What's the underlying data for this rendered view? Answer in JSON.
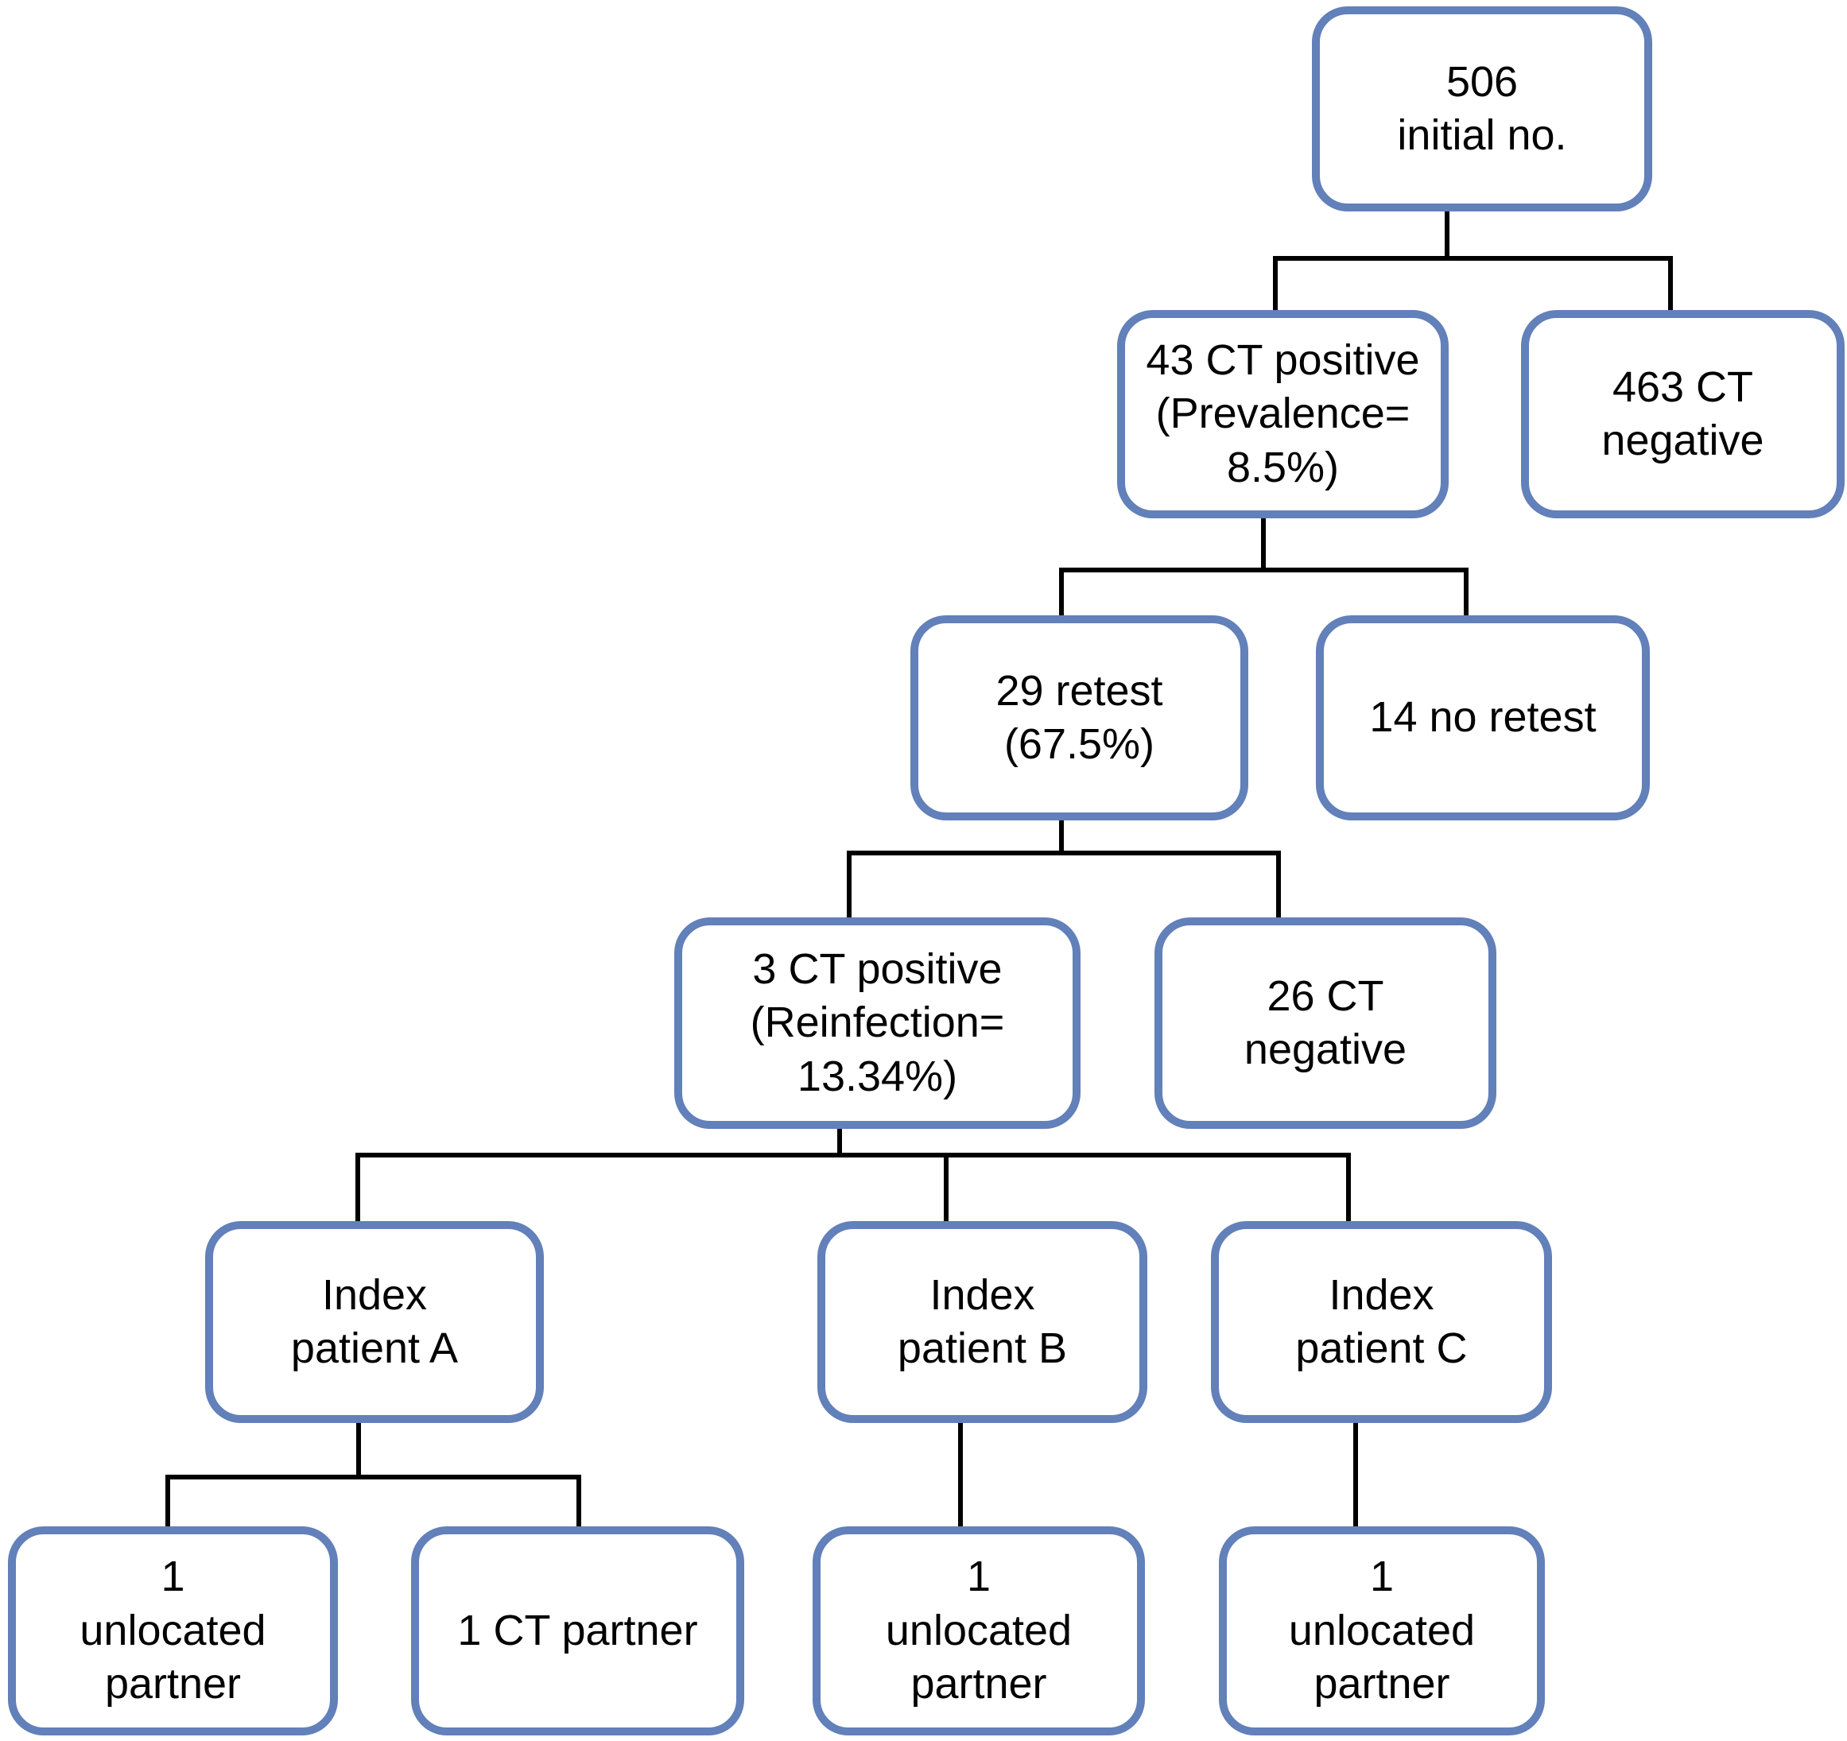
{
  "diagram": {
    "type": "flowchart",
    "description": "Chlamydia trachomatis (CT) screening, retest and partner tracing flow",
    "colors": {
      "background": "#ffffff",
      "node_border": "#6280b9",
      "connector": "#000000",
      "text": "#000000"
    },
    "nodes": [
      {
        "id": "initial",
        "label": "506\ninitial no."
      },
      {
        "id": "ct-positive",
        "label": "43 CT positive\n(Prevalence=\n8.5%)"
      },
      {
        "id": "ct-negative",
        "label": "463 CT\nnegative"
      },
      {
        "id": "retest",
        "label": "29 retest\n(67.5%)"
      },
      {
        "id": "no-retest",
        "label": "14 no retest"
      },
      {
        "id": "reinfection",
        "label": "3 CT positive\n(Reinfection=\n13.34%)"
      },
      {
        "id": "retest-negative",
        "label": "26 CT\nnegative"
      },
      {
        "id": "index-a",
        "label": "Index\npatient A"
      },
      {
        "id": "index-b",
        "label": "Index\npatient B"
      },
      {
        "id": "index-c",
        "label": "Index\npatient C"
      },
      {
        "id": "a-unlocated",
        "label": "1\nunlocated\npartner"
      },
      {
        "id": "a-ct-partner",
        "label": "1 CT partner"
      },
      {
        "id": "b-unlocated",
        "label": "1\nunlocated\npartner"
      },
      {
        "id": "c-unlocated",
        "label": "1\nunlocated\npartner"
      }
    ],
    "edges": [
      {
        "from": "initial",
        "to": "ct-positive"
      },
      {
        "from": "initial",
        "to": "ct-negative"
      },
      {
        "from": "ct-positive",
        "to": "retest"
      },
      {
        "from": "ct-positive",
        "to": "no-retest"
      },
      {
        "from": "retest",
        "to": "reinfection"
      },
      {
        "from": "retest",
        "to": "retest-negative"
      },
      {
        "from": "reinfection",
        "to": "index-a"
      },
      {
        "from": "reinfection",
        "to": "index-b"
      },
      {
        "from": "reinfection",
        "to": "index-c"
      },
      {
        "from": "index-a",
        "to": "a-unlocated"
      },
      {
        "from": "index-a",
        "to": "a-ct-partner"
      },
      {
        "from": "index-b",
        "to": "b-unlocated"
      },
      {
        "from": "index-c",
        "to": "c-unlocated"
      }
    ]
  }
}
